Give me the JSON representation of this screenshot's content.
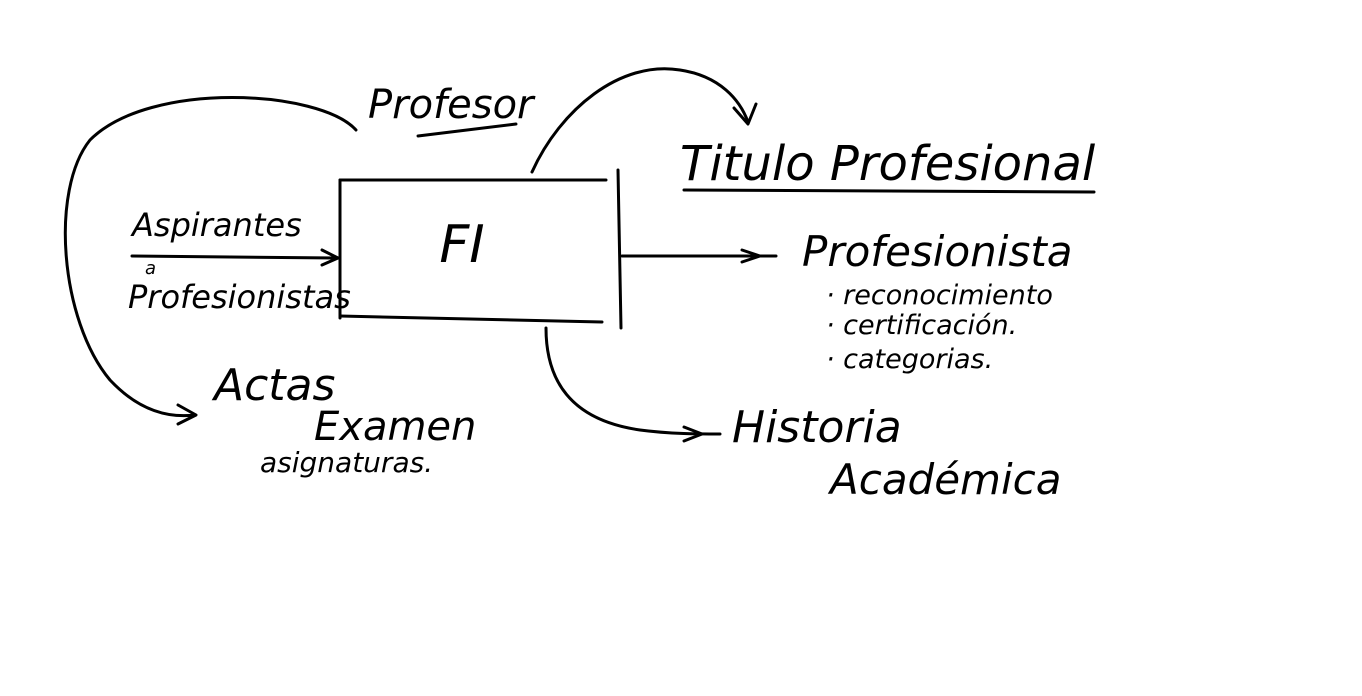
{
  "diagram": {
    "center_box": {
      "label": "FI"
    },
    "inputs": {
      "applicants_line1": "Aspirantes",
      "applicants_line2": "a",
      "applicants_line3": "Profesionistas"
    },
    "top_label": "Profesor",
    "outputs": {
      "title": "Titulo Profesional",
      "professional": "Profesionista",
      "professional_items": [
        "· reconocimiento",
        "· certificación.",
        "· categorias."
      ],
      "history_line1": "Historia",
      "history_line2": "Académica"
    },
    "records": {
      "line1": "Actas",
      "line2": "Examen",
      "line3": "asignaturas."
    }
  }
}
